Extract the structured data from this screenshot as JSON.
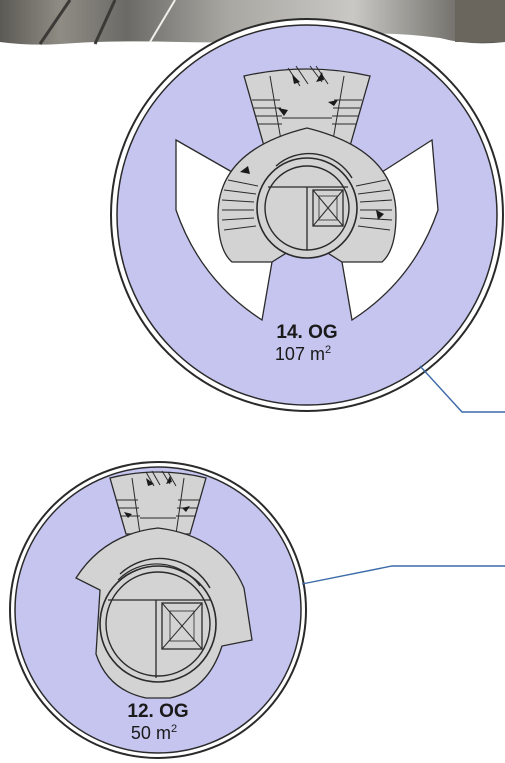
{
  "floors": [
    {
      "name": "14. OG",
      "area": "107 m",
      "area_superscript": "2"
    },
    {
      "name": "12. OG",
      "area": "50 m",
      "area_superscript": "2"
    }
  ],
  "colors": {
    "disc_fill": "#c5c5ef",
    "core_fill": "#d3d3d3",
    "outline": "#2a2a2a",
    "leader_line": "#3a6aa8"
  }
}
